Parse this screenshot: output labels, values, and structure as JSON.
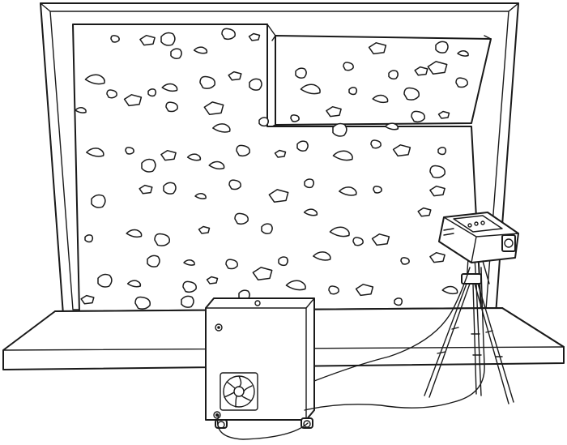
{
  "scene": {
    "style": "black-and-white line art",
    "colors": {
      "line": "#1a1a1a",
      "fill": "#ffffff"
    },
    "objects": [
      "climbing-wall",
      "climbing-holds",
      "overhang-panel",
      "floor-platform",
      "equipment-box",
      "cooling-fan",
      "caster-wheels",
      "projector",
      "tripod",
      "cables"
    ]
  }
}
